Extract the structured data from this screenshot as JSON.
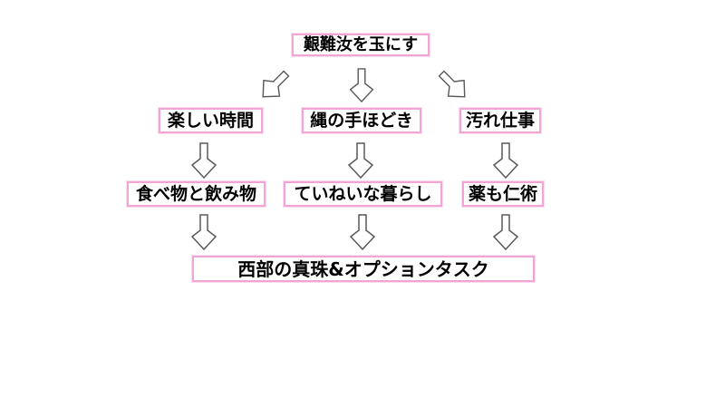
{
  "colors": {
    "background": "#ffffff",
    "box_fill": "#ffffff",
    "box_border": "#f0a5d5",
    "box_halo": "#fbdcef",
    "text": "#000000",
    "arrow_fill": "#ffffff",
    "arrow_outline": "#595959"
  },
  "icons": {
    "connector": "hollow-block-down-arrow"
  },
  "diagram": {
    "root": {
      "label": "艱難汝を玉にす"
    },
    "branches": [
      {
        "top": "楽しい時間",
        "bottom": "食べ物と飲み物"
      },
      {
        "top": "縄の手ほどき",
        "bottom": "ていねいな暮らし"
      },
      {
        "top": "汚れ仕事",
        "bottom": "薬も仁術"
      }
    ],
    "result": {
      "label": "西部の真珠&オプションタスク"
    }
  }
}
